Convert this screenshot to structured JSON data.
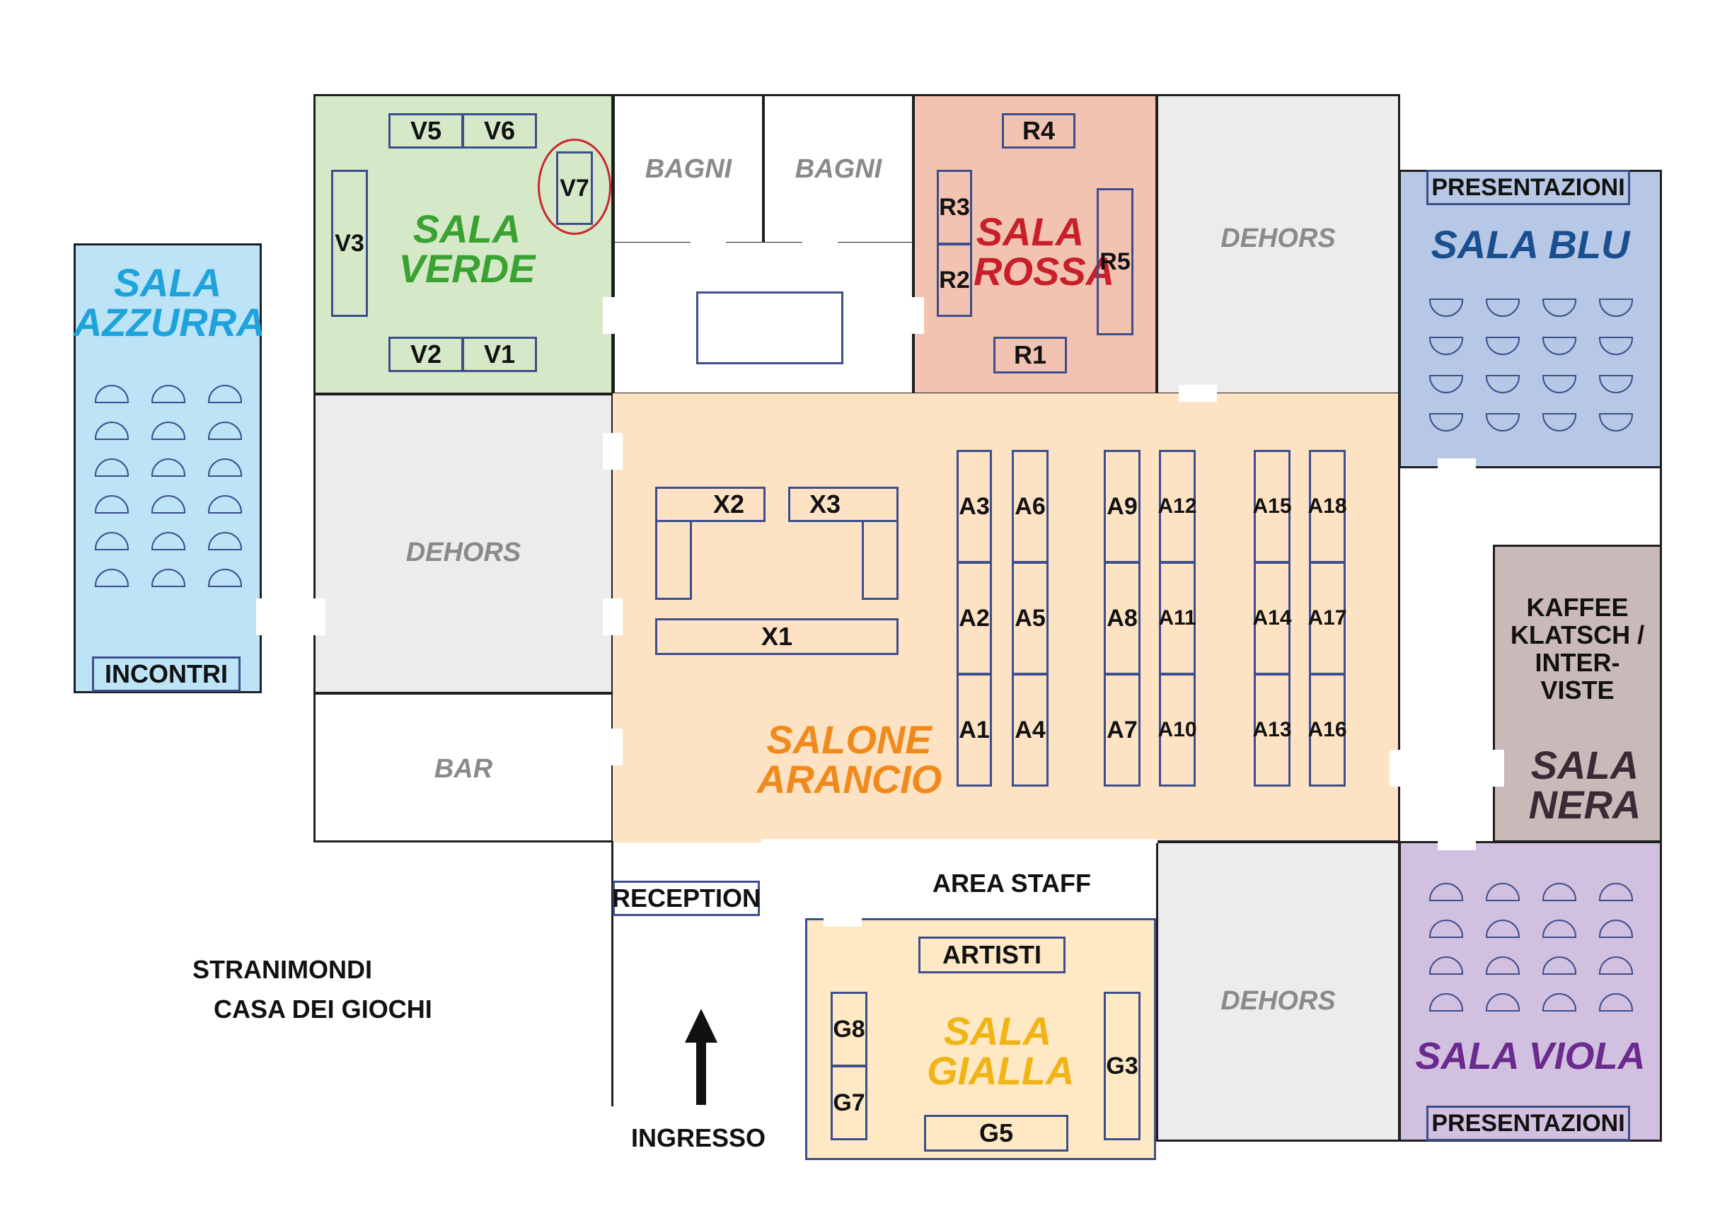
{
  "colors": {
    "sala_verde": "#d5e8c8",
    "sala_rossa": "#f2c3b0",
    "salone_arancio": "#fde2c4",
    "sala_azzurra": "#bde3f7",
    "sala_blu": "#b7c8e6",
    "sala_nera": "#c9b9b8",
    "sala_viola": "#d2c0e0",
    "sala_gialla": "#fee9c4",
    "dehors": "#ececec",
    "title_verde": "#3aa233",
    "title_rossa": "#c8202a",
    "title_arancio": "#f08a1c",
    "title_azzurra": "#1ea3dc",
    "title_blu": "#194f8f",
    "title_nera": "#3a2a35",
    "title_viola": "#6a2a8e",
    "title_gialla": "#f2b315"
  },
  "rooms": {
    "sala_azzurra": "SALA\nAZZURRA",
    "sala_verde": "SALA\nVERDE",
    "sala_rossa": "SALA\nROSSA",
    "sala_blu": "SALA BLU",
    "salone_arancio": "SALONE\nARANCIO",
    "sala_nera": "SALA\nNERA",
    "sala_gialla": "SALA\nGIALLA",
    "sala_viola": "SALA VIOLA"
  },
  "areas": {
    "bagni_1": "BAGNI",
    "bagni_2": "BAGNI",
    "dehors_left": "DEHORS",
    "dehors_top": "DEHORS",
    "dehors_bottom": "DEHORS",
    "bar": "BAR"
  },
  "labels": {
    "incontri": "INCONTRI",
    "presentazioni_top": "PRESENTAZIONI",
    "presentazioni_bottom": "PRESENTAZIONI",
    "kaffee": "KAFFEE\nKLATSCH /\nINTER-\nVISTE",
    "reception": "RECEPTION",
    "area_staff": "AREA STAFF",
    "artisti": "ARTISTI",
    "ingresso": "INGRESSO",
    "stranimondi": "STRANIMONDI",
    "casa_dei_giochi": "CASA DEI GIOCHI"
  },
  "stands": {
    "V5": "V5",
    "V6": "V6",
    "V7": "V7",
    "V3": "V3",
    "V2": "V2",
    "V1": "V1",
    "R4": "R4",
    "R3": "R3",
    "R2": "R2",
    "R5": "R5",
    "R1": "R1",
    "X1": "X1",
    "X2": "X2",
    "X3": "X3",
    "A1": "A1",
    "A2": "A2",
    "A3": "A3",
    "A4": "A4",
    "A5": "A5",
    "A6": "A6",
    "A7": "A7",
    "A8": "A8",
    "A9": "A9",
    "A10": "A10",
    "A11": "A11",
    "A12": "A12",
    "A13": "A13",
    "A14": "A14",
    "A15": "A15",
    "A16": "A16",
    "A17": "A17",
    "A18": "A18",
    "G3": "G3",
    "G5": "G5",
    "G7": "G7",
    "G8": "G8"
  },
  "seating": {
    "sala_azzurra": {
      "rows": 6,
      "cols": 3
    },
    "sala_blu": {
      "rows": 4,
      "cols": 4
    },
    "sala_viola": {
      "rows": 4,
      "cols": 4
    }
  }
}
